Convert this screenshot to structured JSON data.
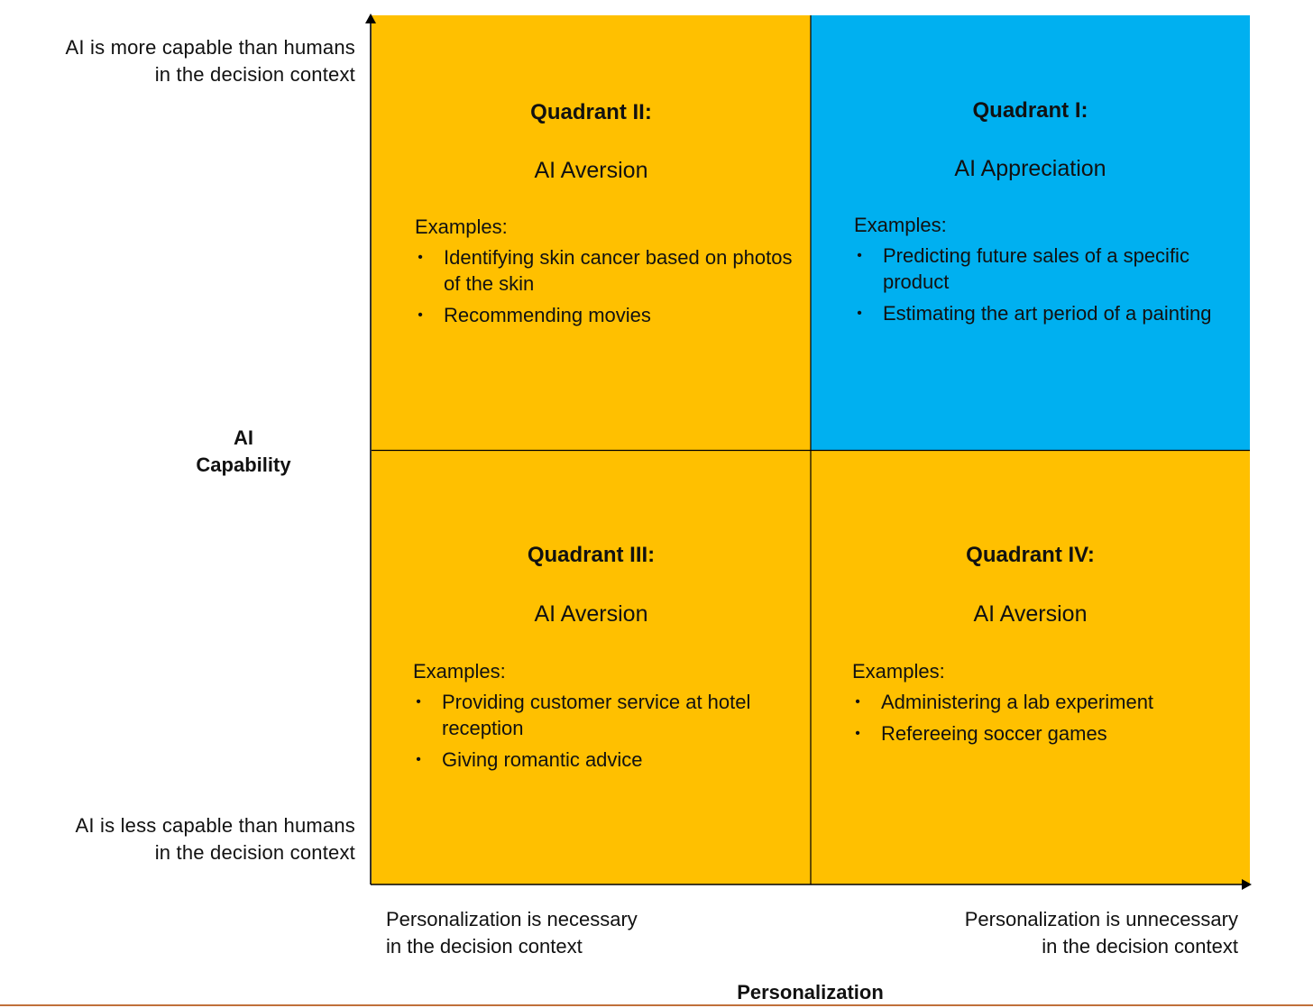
{
  "y_axis": {
    "title_lines": [
      "AI",
      "Capability"
    ],
    "top_label_lines": [
      "AI is more capable than humans",
      "in the decision context"
    ],
    "bottom_label_lines": [
      "AI is less capable than humans",
      "in the decision context"
    ]
  },
  "x_axis": {
    "title": "Personalization",
    "left_label_lines": [
      "Personalization is necessary",
      "in the decision context"
    ],
    "right_label_lines": [
      "Personalization is unnecessary",
      "in the decision context"
    ]
  },
  "colors": {
    "aversion": "#FFC000",
    "appreciation": "#00B0F0",
    "axis": "#000000",
    "bottom_rule": "#C0703A"
  },
  "quadrants": {
    "q2": {
      "title": "Quadrant II:",
      "subtitle": "AI Aversion",
      "examples_label": "Examples:",
      "examples": [
        "Identifying skin cancer based on photos of the skin",
        "Recommending movies"
      ]
    },
    "q1": {
      "title": "Quadrant I:",
      "subtitle": "AI Appreciation",
      "examples_label": "Examples:",
      "examples": [
        "Predicting future sales of a specific product",
        "Estimating the art period of a painting"
      ]
    },
    "q3": {
      "title": "Quadrant III:",
      "subtitle": "AI Aversion",
      "examples_label": "Examples:",
      "examples": [
        "Providing customer service at hotel reception",
        "Giving romantic advice"
      ]
    },
    "q4": {
      "title": "Quadrant IV:",
      "subtitle": "AI Aversion",
      "examples_label": "Examples:",
      "examples": [
        "Administering a lab experiment",
        "Refereeing soccer games"
      ]
    }
  }
}
